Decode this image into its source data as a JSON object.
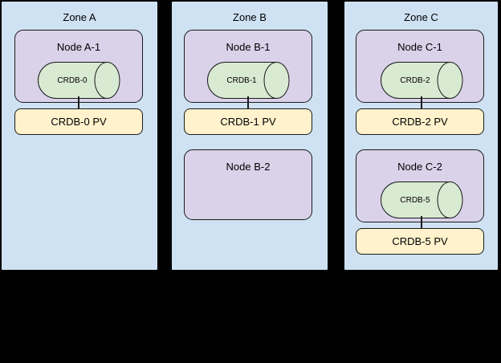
{
  "colors": {
    "canvas_bg": "#000000",
    "zone_fill": "#cfe2f3",
    "zone_border": "#000000",
    "node_fill": "#d9d2e9",
    "db_fill": "#d9ead3",
    "pv_fill": "#fff2cc",
    "shape_border": "#1a1a1a",
    "text_color": "#000000"
  },
  "zones": [
    {
      "label": "Zone A",
      "nodes": [
        {
          "label": "Node A-1",
          "db_label": "CRDB-0",
          "pv_label": "CRDB-0 PV"
        }
      ]
    },
    {
      "label": "Zone B",
      "nodes": [
        {
          "label": "Node B-1",
          "db_label": "CRDB-1",
          "pv_label": "CRDB-1 PV"
        },
        {
          "label": "Node B-2"
        }
      ]
    },
    {
      "label": "Zone C",
      "nodes": [
        {
          "label": "Node C-1",
          "db_label": "CRDB-2",
          "pv_label": "CRDB-2 PV"
        },
        {
          "label": "Node C-2",
          "db_label": "CRDB-5",
          "pv_label": "CRDB-5 PV"
        }
      ]
    }
  ]
}
